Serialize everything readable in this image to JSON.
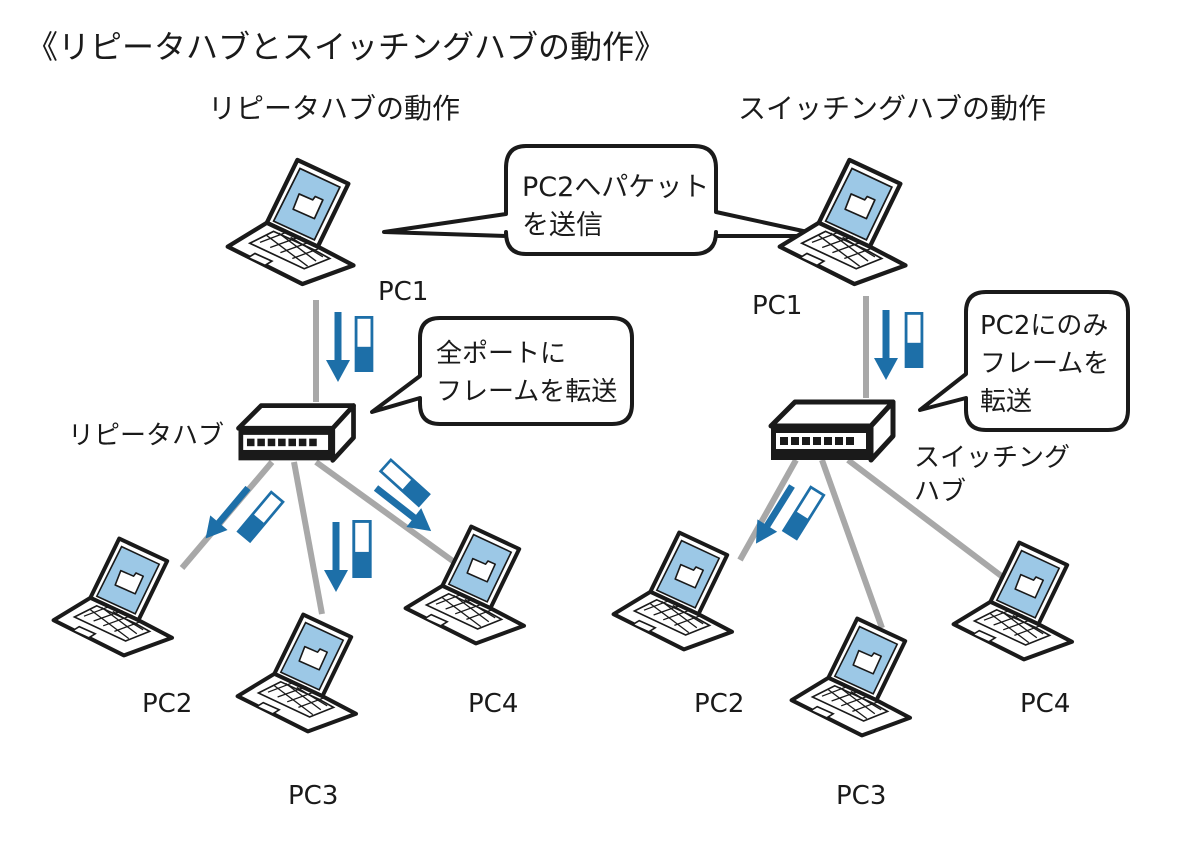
{
  "title": "《リピータハブとスイッチングハブの動作》",
  "left": {
    "heading": "リピータハブの動作",
    "hub_label": "リピータハブ",
    "bubble_lines": [
      "全ポートに",
      "フレームを転送"
    ],
    "pcs": [
      "PC1",
      "PC2",
      "PC3",
      "PC4"
    ]
  },
  "right": {
    "heading": "スイッチングハブの動作",
    "hub_label_lines": [
      "スイッチング",
      "ハブ"
    ],
    "bubble_lines": [
      "PC2にのみ",
      "フレームを",
      "転送"
    ],
    "pcs": [
      "PC1",
      "PC2",
      "PC3",
      "PC4"
    ]
  },
  "shared_bubble_lines": [
    "PC2へパケット",
    "を送信"
  ],
  "colors": {
    "arrow_blue": "#1d6fa8",
    "screen_blue": "#9cc8e6",
    "line_gray": "#a8a8a8",
    "ink": "#1a1a1a"
  }
}
